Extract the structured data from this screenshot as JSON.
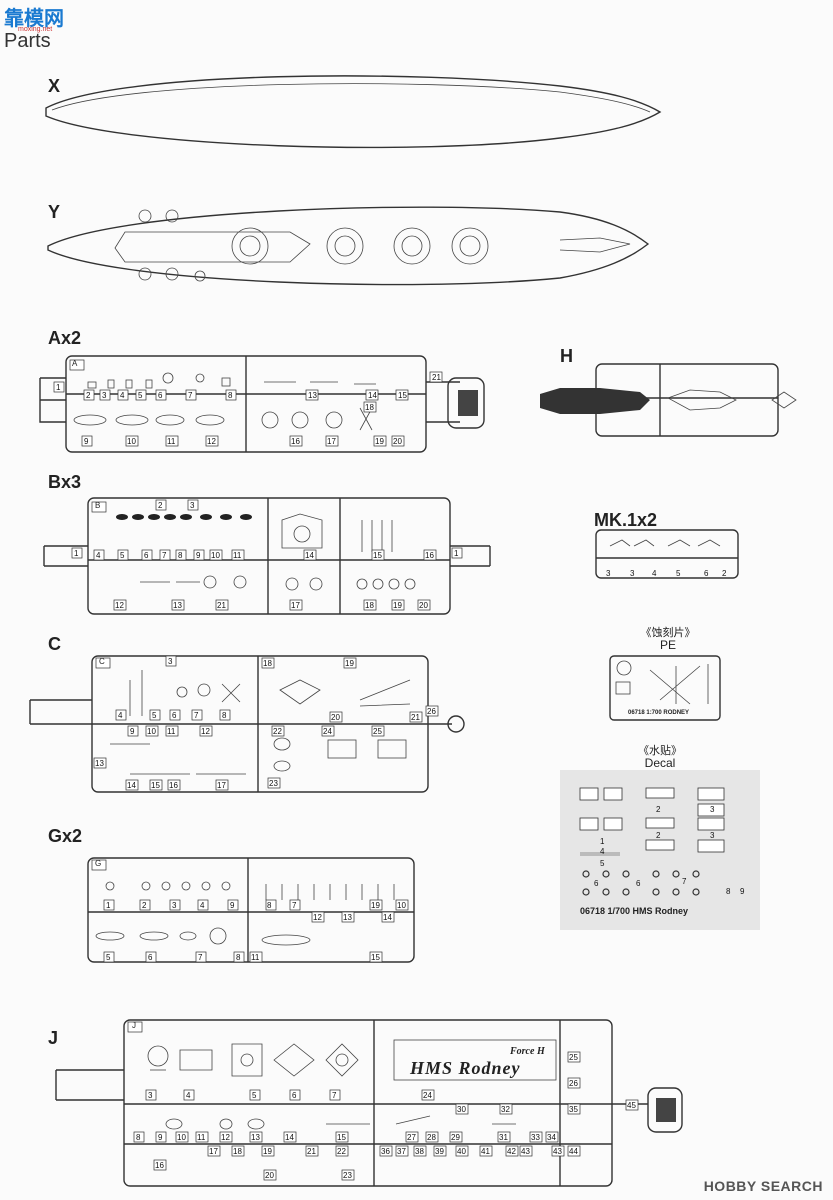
{
  "header": {
    "logo": "靠模网",
    "logo_sub": "moxing.net",
    "title": "Parts"
  },
  "labels": {
    "x": "X",
    "y": "Y",
    "a": "Ax2",
    "h": "H",
    "b": "Bx3",
    "mk": "MK.1x2",
    "c": "C",
    "g": "Gx2",
    "j": "J"
  },
  "pe": {
    "cn": "《蚀刻片》",
    "en": "PE",
    "code": "06718 1:700 RODNEY"
  },
  "decal": {
    "cn": "《水贴》",
    "en": "Decal",
    "caption": "06718 1/700 HMS Rodney"
  },
  "sprue_letters": {
    "a": "A",
    "b": "B",
    "c": "C",
    "g": "G",
    "j": "J"
  },
  "j_plate": {
    "force": "Force H",
    "name": "HMS Rodney"
  },
  "watermark": "HOBBY SEARCH"
}
